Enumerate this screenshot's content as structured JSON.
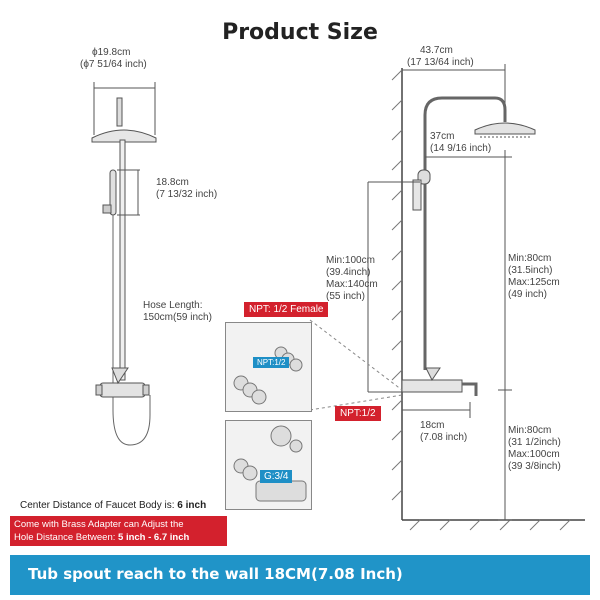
{
  "title": "Product Size",
  "left": {
    "head_dia_cm": "ϕ19.8cm",
    "head_dia_in": "(ϕ7 51/64 inch)",
    "handheld_cm": "18.8cm",
    "handheld_in": "(7 13/32 inch)",
    "hose_label": "Hose Length:",
    "hose_value": "150cm(59 inch)"
  },
  "right": {
    "arm_cm": "43.7cm",
    "arm_in": "(17 13/64 inch)",
    "drop_cm": "37cm",
    "drop_in": "(14 9/16 inch)",
    "col_min": "Min:100cm",
    "col_min_in": "(39.4inch)",
    "col_max": "Max:140cm",
    "col_max_in": "(55 inch)",
    "upper_min": "Min:80cm",
    "upper_min_in": "(31.5inch)",
    "upper_max": "Max:125cm",
    "upper_max_in": "(49 inch)",
    "lower_min": "Min:80cm",
    "lower_min_in": "(31 1/2inch)",
    "lower_max": "Max:100cm",
    "lower_max_in": "(39 3/8inch)",
    "spout_cm": "18cm",
    "spout_in": "(7.08 inch)"
  },
  "tags": {
    "npt_female": "NPT: 1/2 Female",
    "npt_small": "NPT:1/2",
    "npt_right": "NPT:1/2",
    "g34": "G:3/4"
  },
  "notes": {
    "center_label": "Center Distance of Faucet Body is: ",
    "center_value": "6 inch",
    "adapter_line1": "Come with Brass Adapter can Adjust the",
    "adapter_line2_pre": "Hole Distance Between: ",
    "adapter_line2_value": "5 inch - 6.7 inch"
  },
  "banner": "Tub spout reach to the wall 18CM(7.08 Inch)"
}
